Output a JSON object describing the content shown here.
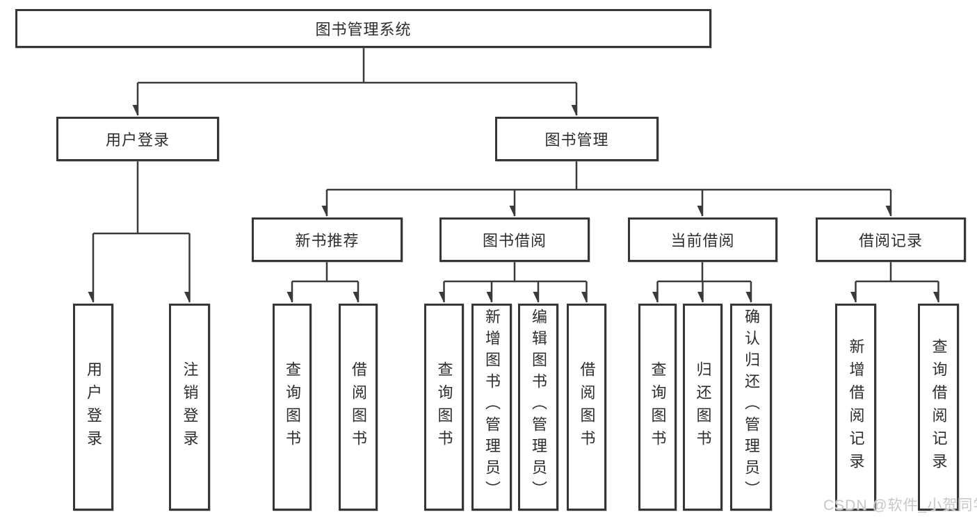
{
  "root": {
    "label": "图书管理系统"
  },
  "level2": [
    {
      "label": "用户登录"
    },
    {
      "label": "图书管理"
    }
  ],
  "level3": [
    {
      "label": "新书推荐"
    },
    {
      "label": "图书借阅"
    },
    {
      "label": "当前借阅"
    },
    {
      "label": "借阅记录"
    }
  ],
  "leaves": {
    "user": [
      {
        "label": "用户登录"
      },
      {
        "label": "注销登录"
      }
    ],
    "recommend": [
      {
        "label": "查询图书"
      },
      {
        "label": "借阅图书"
      }
    ],
    "borrow": [
      {
        "label": "查询图书"
      },
      {
        "label": "新增图书（管理员）"
      },
      {
        "label": "编辑图书（管理员）"
      },
      {
        "label": "借阅图书"
      }
    ],
    "current": [
      {
        "label": "查询图书"
      },
      {
        "label": "归还图书"
      },
      {
        "label": "确认归还（管理员）"
      }
    ],
    "records": [
      {
        "label": "新增借阅记录"
      },
      {
        "label": "查询借阅记录"
      }
    ]
  },
  "watermark": "CSDN @软件_小贺同学",
  "colors": {
    "line": "#3a3a3a",
    "box_border": "#363636",
    "text": "#2d2d2d",
    "watermark_text": "#c7c7c7",
    "background": "#ffffff"
  }
}
